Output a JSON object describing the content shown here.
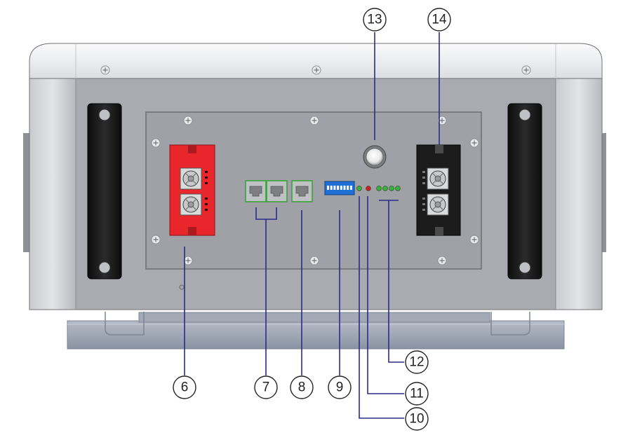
{
  "diagram": {
    "colors": {
      "panel": "#a9abb0",
      "top_cover": "#f2f3f4",
      "terminal_positive": "#e8262c",
      "terminal_negative": "#1b1b1b",
      "rj45_outline": "#3aa23a",
      "dip_switch": "#1e6fd6",
      "led_green": "#35b535",
      "led_red": "#d02020",
      "leader_line": "#2a2a8a",
      "base_rail": "#9aa3b1"
    },
    "callouts": [
      {
        "id": "6",
        "label": "6",
        "part": "positive-terminal"
      },
      {
        "id": "7",
        "label": "7",
        "part": "rj45-ports-pair"
      },
      {
        "id": "8",
        "label": "8",
        "part": "rj45-port-single"
      },
      {
        "id": "9",
        "label": "9",
        "part": "dip-switch"
      },
      {
        "id": "10",
        "label": "10",
        "part": "led-green-single"
      },
      {
        "id": "11",
        "label": "11",
        "part": "led-red"
      },
      {
        "id": "12",
        "label": "12",
        "part": "led-green-group"
      },
      {
        "id": "13",
        "label": "13",
        "part": "power-button"
      },
      {
        "id": "14",
        "label": "14",
        "part": "negative-terminal"
      }
    ],
    "leds": [
      {
        "color": "green"
      },
      {
        "color": "red"
      },
      {
        "color": "green"
      },
      {
        "color": "green"
      },
      {
        "color": "green"
      },
      {
        "color": "green"
      }
    ],
    "dip_switch_positions": 8,
    "screws": [
      "panel",
      "panel",
      "panel",
      "panel",
      "panel",
      "panel",
      "panel",
      "panel"
    ]
  }
}
